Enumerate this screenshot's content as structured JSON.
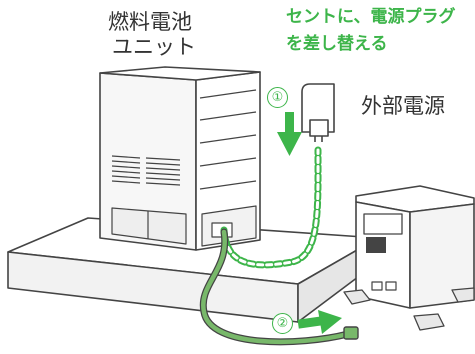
{
  "fuel_cell_label": {
    "line1": "燃料電池",
    "line2": "ユニット"
  },
  "instruction": {
    "line1": "セントに、電源プラグ",
    "line2": "を差し替える"
  },
  "external_power_label": "外部電源",
  "steps": [
    {
      "number": "①",
      "action": "down"
    },
    {
      "number": "②",
      "action": "right"
    }
  ],
  "colors": {
    "accent": "#3db54a",
    "cable": "#78b86a",
    "outline": "#444444",
    "text": "#333333"
  }
}
